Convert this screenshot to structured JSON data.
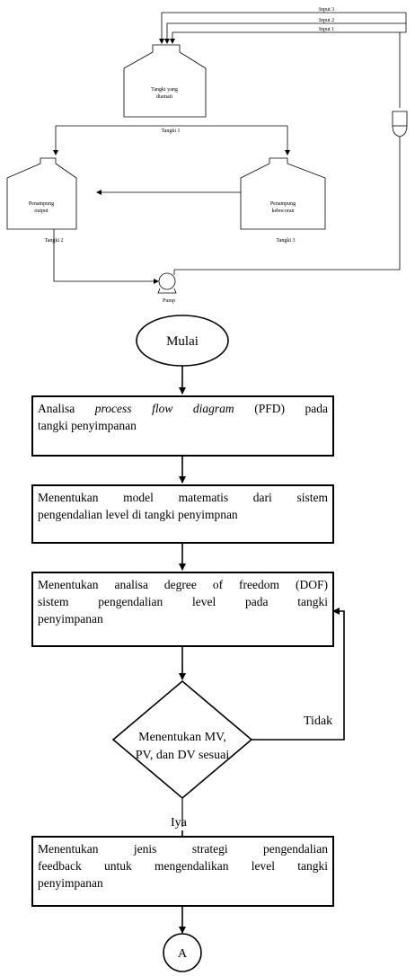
{
  "pfd": {
    "inputs": [
      "Input 3",
      "Input 2",
      "Input 1"
    ],
    "tank1": {
      "line1": "Tangki yang",
      "line2": "diamati",
      "caption": "Tangki 1"
    },
    "tank2": {
      "line1": "Penampung",
      "line2": "output",
      "caption": "Tangki 2"
    },
    "tank3": {
      "line1": "Penampung",
      "line2": "kebocoran",
      "caption": "Tangki 3"
    },
    "pump": "Pump"
  },
  "flow": {
    "start": "Mulai",
    "step1": {
      "pre": "Analisa ",
      "italic": "process flow diagram",
      "post": " (PFD) pada",
      "line2": "tangki penyimpanan"
    },
    "step2": {
      "line1": "Menentukan model matematis dari sistem",
      "line2": "pengendalian level di tangki penyimpnan"
    },
    "step3": {
      "line1": "Menentukan analisa degree of freedom (DOF)",
      "line2": "sistem pengendalian level pada tangki",
      "line3": "penyimpanan"
    },
    "decision": {
      "line1": "Menentukan MV,",
      "line2": "PV, dan DV sesuai"
    },
    "no_label": "Tidak",
    "yes_label": "Iya",
    "step4": {
      "line1": "Menentukan jenis strategi pengendalian",
      "line2": "feedback untuk mengendalikan level tangki",
      "line3": "penyimpanan"
    },
    "connector": "A"
  }
}
